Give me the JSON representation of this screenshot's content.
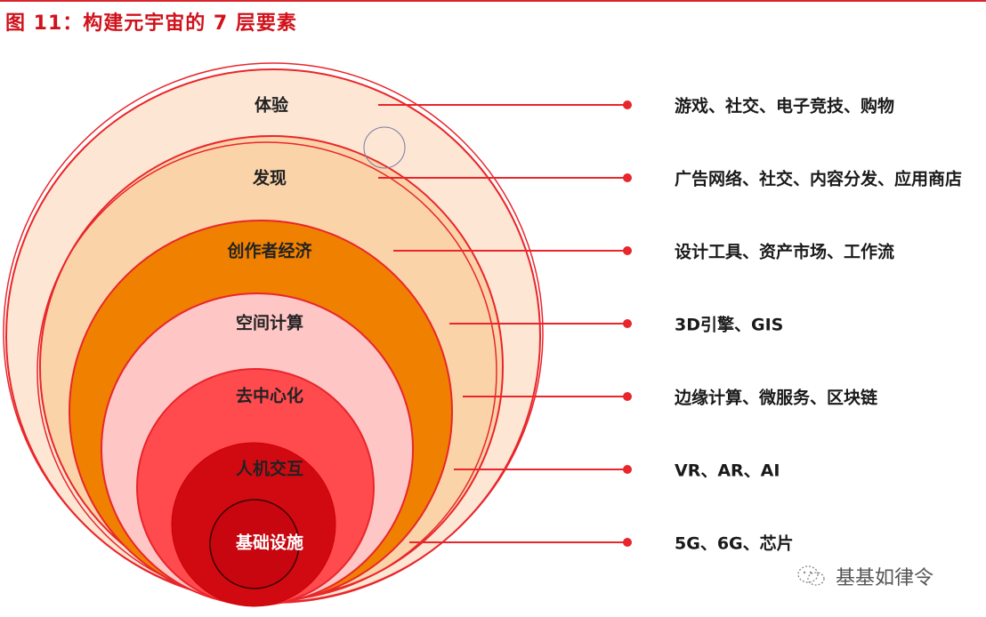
{
  "title": "图 11：构建元宇宙的 7 层要素",
  "colors": {
    "accent": "#d9262d",
    "ring_stroke": "#e8262c",
    "layer_fills": [
      "#fde4cf",
      "#fbd2a6",
      "#f08000",
      "#ffc4c4",
      "#ff4a4e",
      "#d10a12",
      "#c8060f"
    ]
  },
  "layers": [
    {
      "label": "体验",
      "description": "游戏、社交、电子竞技、购物"
    },
    {
      "label": "发现",
      "description": "广告网络、社交、内容分发、应用商店"
    },
    {
      "label": "创作者经济",
      "description": "设计工具、资产市场、工作流"
    },
    {
      "label": "空间计算",
      "description": "3D引擎、GIS"
    },
    {
      "label": "去中心化",
      "description": "边缘计算、微服务、区块链"
    },
    {
      "label": "人机交互",
      "description": "VR、AR、AI"
    },
    {
      "label": "基础设施",
      "description": "5G、6G、芯片"
    }
  ],
  "watermark": {
    "icon": "wechat-icon",
    "text": "基基如律令"
  }
}
